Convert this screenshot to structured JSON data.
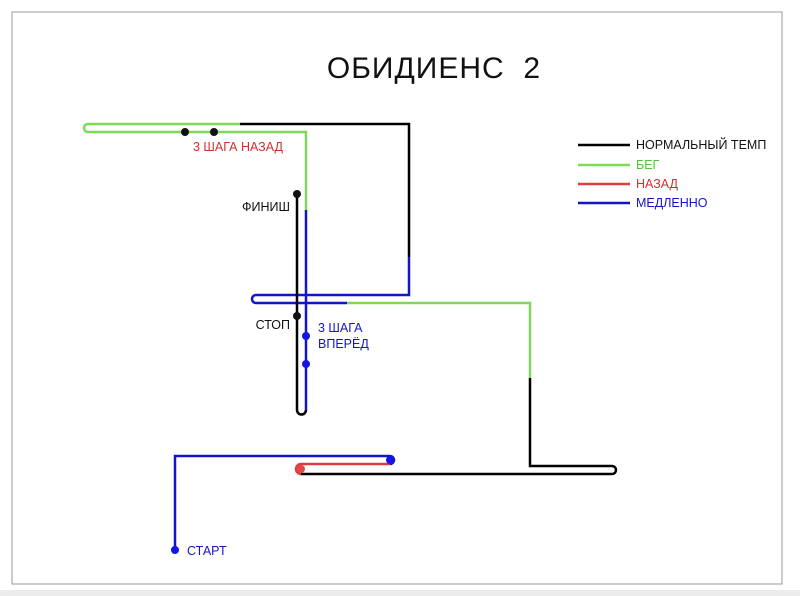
{
  "title": "ОБИДИЕНС  2",
  "colors": {
    "normal": "#000000",
    "run": "#7ed957",
    "back": "#e03c3c",
    "slow": "#1414c8",
    "dot_black": "#111111",
    "dot_blue": "#1414e6",
    "dot_red": "#e04a4a"
  },
  "legend": [
    {
      "key": "normal",
      "label": "НОРМАЛЬНЫЙ ТЕМП"
    },
    {
      "key": "run",
      "label": "БЕГ"
    },
    {
      "key": "back",
      "label": "НАЗАД"
    },
    {
      "key": "slow",
      "label": "МЕДЛЕННО"
    }
  ],
  "labels": {
    "three_back": "3 ШАГА НАЗАД",
    "finish": "ФИНИШ",
    "stop": "СТОП",
    "three_fwd_1": "3 ШАГА",
    "three_fwd_2": "ВПЕРЁД",
    "start": "СТАРТ"
  }
}
